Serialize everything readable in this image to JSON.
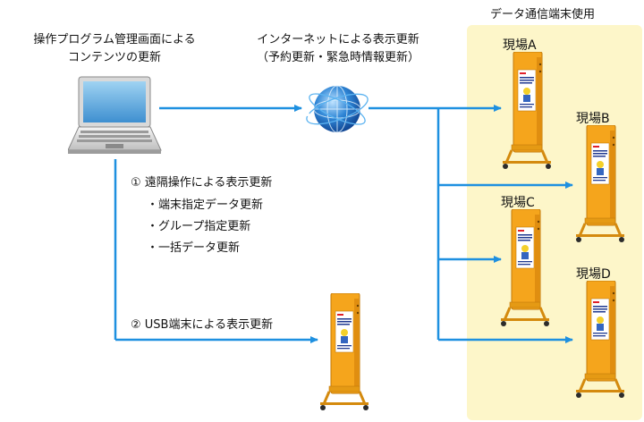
{
  "operator": {
    "title_line1": "操作プログラム管理画面による",
    "title_line2": "コンテンツの更新"
  },
  "internet": {
    "title_line1": "インターネットによる表示更新",
    "title_line2": "（予約更新・緊急時情報更新）"
  },
  "zone": {
    "title": "データ通信端末使用"
  },
  "sites": [
    {
      "label": "現場A"
    },
    {
      "label": "現場B"
    },
    {
      "label": "現場C"
    },
    {
      "label": "現場D"
    }
  ],
  "remote": {
    "heading": "① 遠隔操作による表示更新",
    "items": [
      "・端末指定データ更新",
      "・グループ指定更新",
      "・一括データ更新"
    ]
  },
  "usb": {
    "heading": "② USB端末による表示更新"
  },
  "colors": {
    "arrow": "#1e90e0",
    "zone_bg": "#fdf6c9",
    "signboard": "#f5a51c",
    "globe": "#2a7fd4"
  },
  "icons": [
    "laptop-icon",
    "globe-icon",
    "signboard-icon"
  ]
}
